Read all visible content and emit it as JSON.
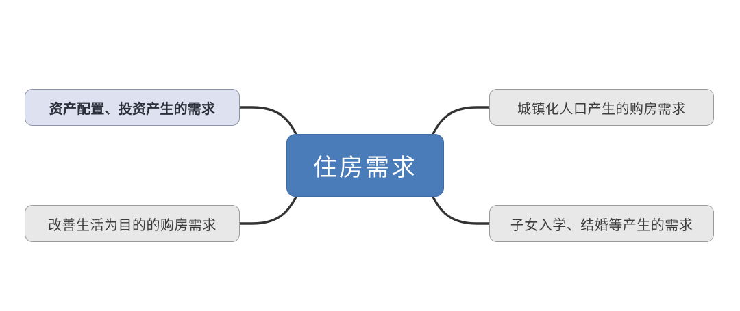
{
  "diagram": {
    "type": "mind-map",
    "title": "住房需求",
    "center": {
      "label": "住房需求",
      "color": "#4a7cba",
      "text_color": "#ffffff"
    },
    "branches": [
      {
        "id": "top-left",
        "label": "资产配置、投资产生的需求",
        "position": "top-left",
        "color": "#dee2f0",
        "text_color": "#2c2f3a",
        "emphasis": "bold"
      },
      {
        "id": "top-right",
        "label": "城镇化人口产生的购房需求",
        "position": "top-right",
        "color": "#e8e8e8",
        "text_color": "#3d3d3d",
        "emphasis": "normal"
      },
      {
        "id": "bottom-left",
        "label": "改善生活为目的的购房需求",
        "position": "bottom-left",
        "color": "#e8e8e8",
        "text_color": "#3d3d3d",
        "emphasis": "normal"
      },
      {
        "id": "bottom-right",
        "label": "子女入学、结婚等产生的需求",
        "position": "bottom-right",
        "color": "#e8e8e8",
        "text_color": "#3d3d3d",
        "emphasis": "normal"
      }
    ],
    "connector_color": "#333333",
    "background": "#ffffff"
  }
}
